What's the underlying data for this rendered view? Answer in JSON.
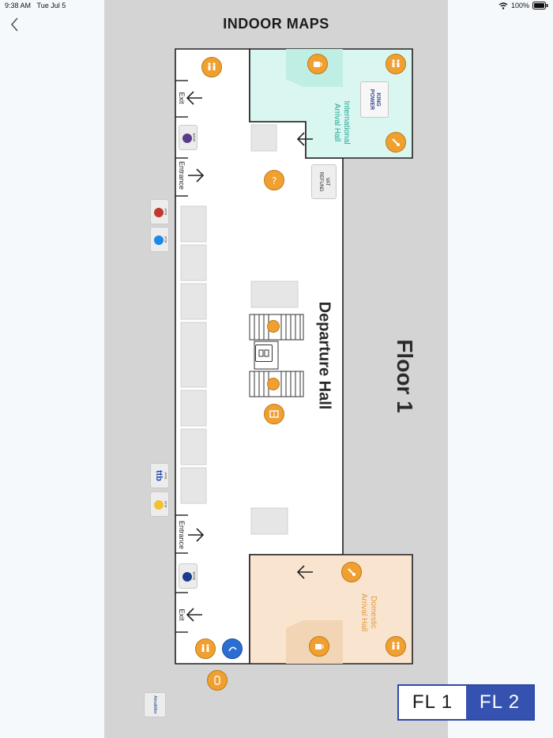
{
  "status": {
    "time": "9:38 AM",
    "date": "Tue Jul 5",
    "battery": "100%"
  },
  "header": {
    "title": "INDOOR MAPS"
  },
  "map": {
    "floor_label": "Floor 1",
    "departure_hall": "Departure Hall",
    "intl_arrival_line1": "International",
    "intl_arrival_line2": "Arrival Hall",
    "dom_arrival_line1": "Domestic",
    "dom_arrival_line2": "Arrival Hall",
    "exit_top": "Exit",
    "exit_bottom": "Exit",
    "entrance_top": "Entrance",
    "entrance_bottom": "Entrance",
    "vat_line1": "VAT",
    "vat_line2": "REFUND",
    "king_power_line1": "KING",
    "king_power_line2": "POWER",
    "bank_label_1": "BANK",
    "bank_label_2": "BANK",
    "atm_label_1": "ATM",
    "atm_label_2": "ATM",
    "atm_label_3": "ATM",
    "atm_label_4": "ATM",
    "ttb_logo": "ttb",
    "partner_logo": "AlmaMiller",
    "colors": {
      "intl": "#d9f6f0",
      "dom": "#f9e5cf",
      "poi": "#f0a030",
      "accent": "#3652b0"
    }
  },
  "floor_switch": {
    "fl1": "FL 1",
    "fl2": "FL 2"
  }
}
